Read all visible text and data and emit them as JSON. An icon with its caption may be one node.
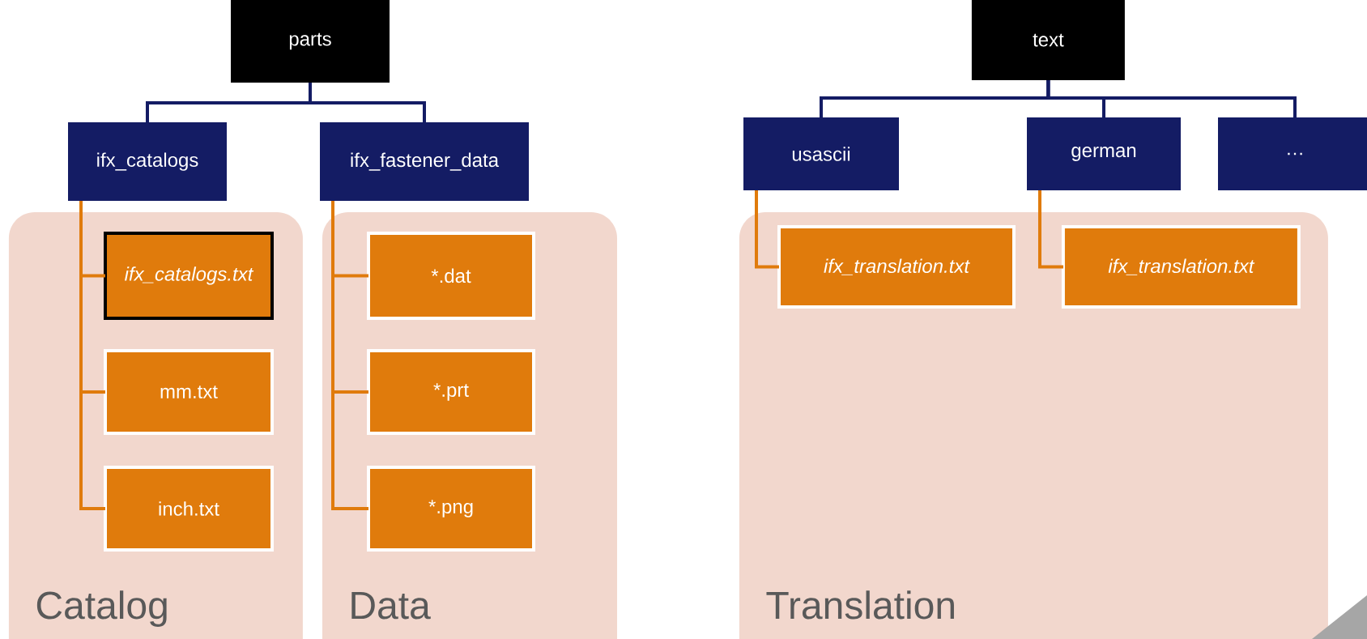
{
  "diagram": {
    "nodes": [
      {
        "text": [
          "parts"
        ]
      },
      {
        "text": [
          "ifx_catalogs"
        ]
      },
      {
        "text": [
          "ifx_fastener_data"
        ]
      },
      {
        "text": [
          "Catalog"
        ]
      },
      {
        "text": [
          "ifx_catalogs.txt"
        ],
        "in": 3
      },
      {
        "text": [
          "mm.txt"
        ],
        "in": 3
      },
      {
        "text": [
          "inch.txt"
        ],
        "in": 3
      },
      {
        "text": [
          "Data"
        ]
      },
      {
        "text": [
          "*.dat"
        ],
        "in": 7
      },
      {
        "text": [
          "*.prt"
        ],
        "in": 7
      },
      {
        "text": [
          "*.png"
        ],
        "in": 7
      },
      {
        "text": [
          "text"
        ]
      },
      {
        "text": [
          "usascii"
        ]
      },
      {
        "text": [
          "german"
        ]
      },
      {
        "text": [
          "…"
        ]
      },
      {
        "text": [
          "Translation"
        ]
      },
      {
        "text": [
          "ifx_translation.txt"
        ],
        "in": 15
      },
      {
        "text": [
          "ifx_translation.txt"
        ],
        "in": 15
      }
    ],
    "edges": [
      {
        "from": 0,
        "to": 1,
        "arrow": "none",
        "color": "#141c64"
      },
      {
        "from": 0,
        "to": 2,
        "arrow": "none",
        "color": "#141c64"
      },
      {
        "from": 1,
        "to": 4,
        "arrow": "none"
      },
      {
        "from": 1,
        "to": 5,
        "arrow": "none"
      },
      {
        "from": 1,
        "to": 6,
        "arrow": "none"
      },
      {
        "from": 2,
        "to": 8,
        "arrow": "none"
      },
      {
        "from": 2,
        "to": 9,
        "arrow": "none"
      },
      {
        "from": 2,
        "to": 10,
        "arrow": "none"
      },
      {
        "from": 11,
        "to": 12,
        "arrow": "none",
        "color": "#141c64"
      },
      {
        "from": 11,
        "to": 13,
        "arrow": "none",
        "color": "#141c64"
      },
      {
        "from": 11,
        "to": 14,
        "arrow": "none",
        "color": "#141c64"
      },
      {
        "from": 12,
        "to": 16,
        "arrow": "none"
      },
      {
        "from": 13,
        "to": 17,
        "arrow": "none"
      }
    ]
  }
}
